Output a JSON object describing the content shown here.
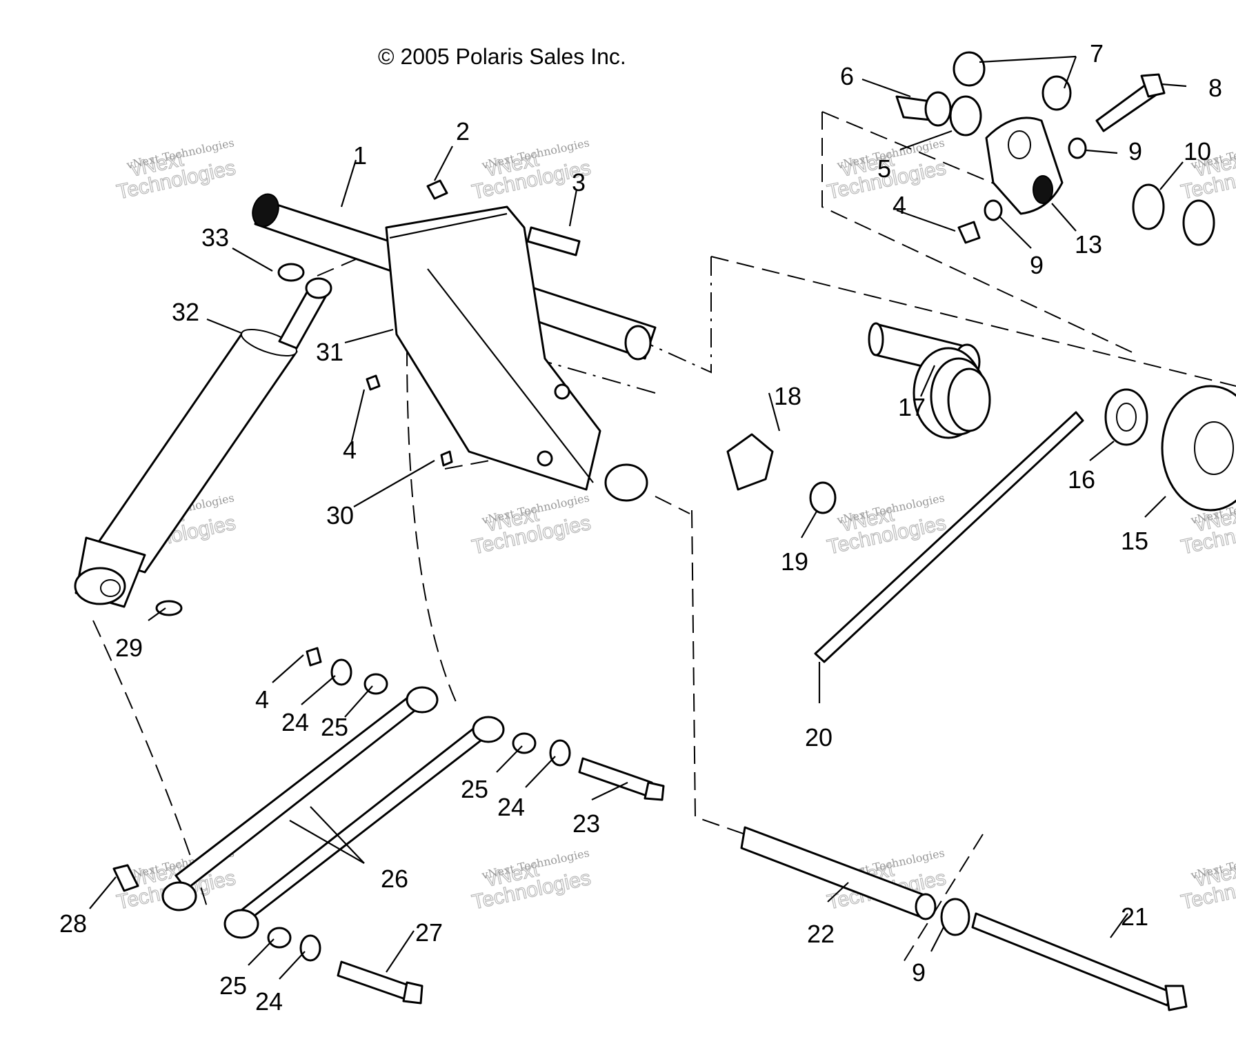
{
  "copyright": "© 2005 Polaris Sales Inc.",
  "watermark": {
    "line1": "vNext Technologies",
    "line2": "Technologies",
    "line3": "vNext"
  },
  "callouts": {
    "c1": "1",
    "c2": "2",
    "c3": "3",
    "c4a": "4",
    "c4b": "4",
    "c4c": "4",
    "c5": "5",
    "c6": "6",
    "c7": "7",
    "c8": "8",
    "c9a": "9",
    "c9b": "9",
    "c9c": "9",
    "c10": "10",
    "c13": "13",
    "c15": "15",
    "c16": "16",
    "c17": "17",
    "c18": "18",
    "c19": "19",
    "c20": "20",
    "c21": "21",
    "c22": "22",
    "c23": "23",
    "c24a": "24",
    "c24b": "24",
    "c24c": "24",
    "c25a": "25",
    "c25b": "25",
    "c25c": "25",
    "c26": "26",
    "c27": "27",
    "c28": "28",
    "c29": "29",
    "c30": "30",
    "c31": "31",
    "c32": "32",
    "c33": "33"
  }
}
